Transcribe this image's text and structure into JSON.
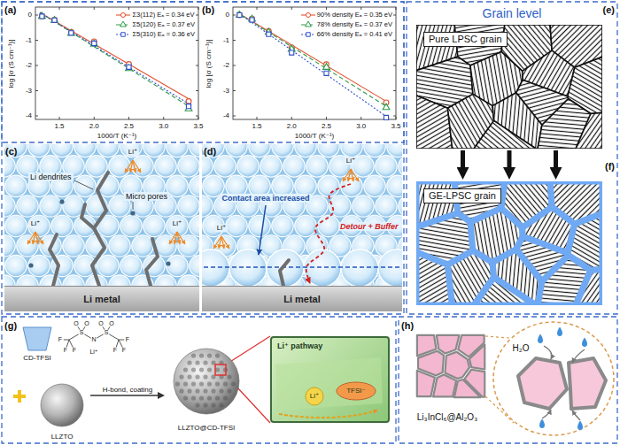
{
  "diagram": {
    "nodes": [
      {
        "text": [
          "Li metal"
        ]
      },
      {
        "text": [
          "Li metal"
        ]
      },
      {
        "text": [
          "Pure LPSC grain"
        ]
      },
      {
        "text": [
          "GE-LPSC grain"
        ]
      },
      {
        "text": [
          "LLZTO"
        ]
      },
      {
        "text": [
          "LLZTO@CD-TFSI"
        ]
      },
      {
        "text": [
          "Li⁺ pathway",
          "TFSI⁻",
          "Li⁺"
        ]
      }
    ],
    "edges": [
      {
        "from": 2,
        "to": 3,
        "arrow": "to"
      },
      {
        "from": 2,
        "to": 3,
        "arrow": "to"
      },
      {
        "from": 2,
        "to": 3,
        "arrow": "to"
      },
      {
        "from": 4,
        "to": 5,
        "label": "H-bond, coating",
        "arrow": "to"
      }
    ],
    "labels": [
      "(a)",
      "log [σ (S cm⁻¹)]",
      "0",
      "-1",
      "-2",
      "-3",
      "-4",
      "1.5",
      "2.0",
      "2.5",
      "3.0",
      "3.5",
      "1000/T (K⁻¹)",
      "(b)",
      "log [σ (S cm⁻¹)]",
      "0",
      "-1",
      "-2",
      "-3",
      "-4",
      "1.5",
      "2.0",
      "2.5",
      "3.0",
      "3.5",
      "1000/T (K⁻¹)",
      "(c)",
      "Li dendrites",
      "Micro pores",
      "Li⁺",
      "Li⁺",
      "Li⁺",
      "(d)",
      "Contact area increased",
      "Detour + Buffer",
      "Li⁺",
      "Li⁺",
      "(e)",
      "Grain level",
      "(f)",
      "(g)",
      "CD-TFSI",
      "F",
      "F",
      "F",
      "O",
      "S",
      "O",
      "N",
      "O",
      "S",
      "O",
      "F",
      "F",
      "F",
      "Li⁺",
      "(h)",
      "Li₃InCl₆@Al₂O₃",
      "H₂O"
    ],
    "legend": [
      {
        "text": "Σ3(112) Eₐ = 0.34 eV"
      },
      {
        "text": "Σ5(120) Eₐ = 0.37 eV"
      },
      {
        "text": "Σ5(310) Eₐ = 0.36 eV"
      },
      {
        "text": "90% density Eₐ = 0.35 eV"
      },
      {
        "text": "78% density Eₐ = 0.37 eV"
      },
      {
        "text": "66% density Eₐ = 0.41 eV"
      }
    ]
  }
}
